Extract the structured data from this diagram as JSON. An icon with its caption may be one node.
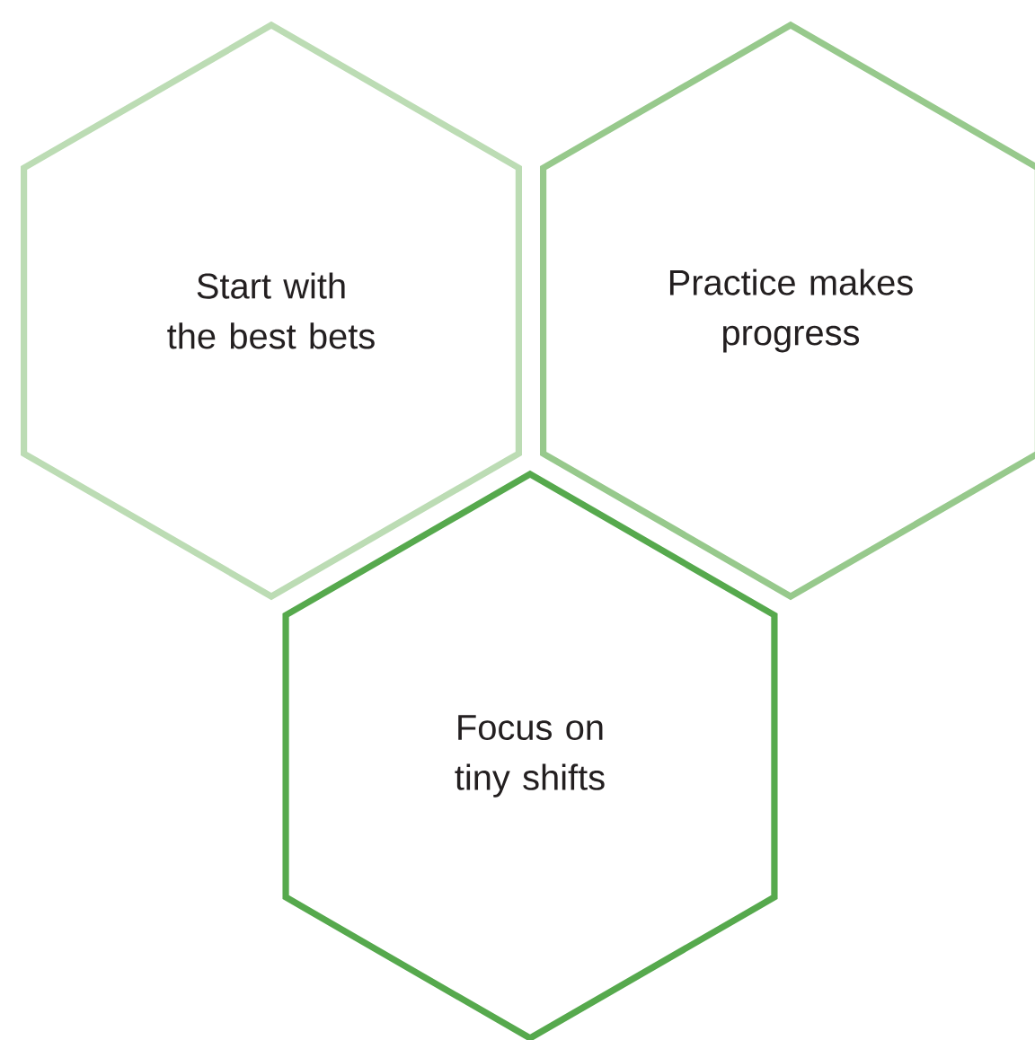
{
  "diagram": {
    "nodes": [
      {
        "text": [
          "Start with the best bets"
        ]
      },
      {
        "text": [
          "Practice makes progress"
        ]
      },
      {
        "text": [
          "Focus on tiny shifts"
        ]
      }
    ]
  }
}
